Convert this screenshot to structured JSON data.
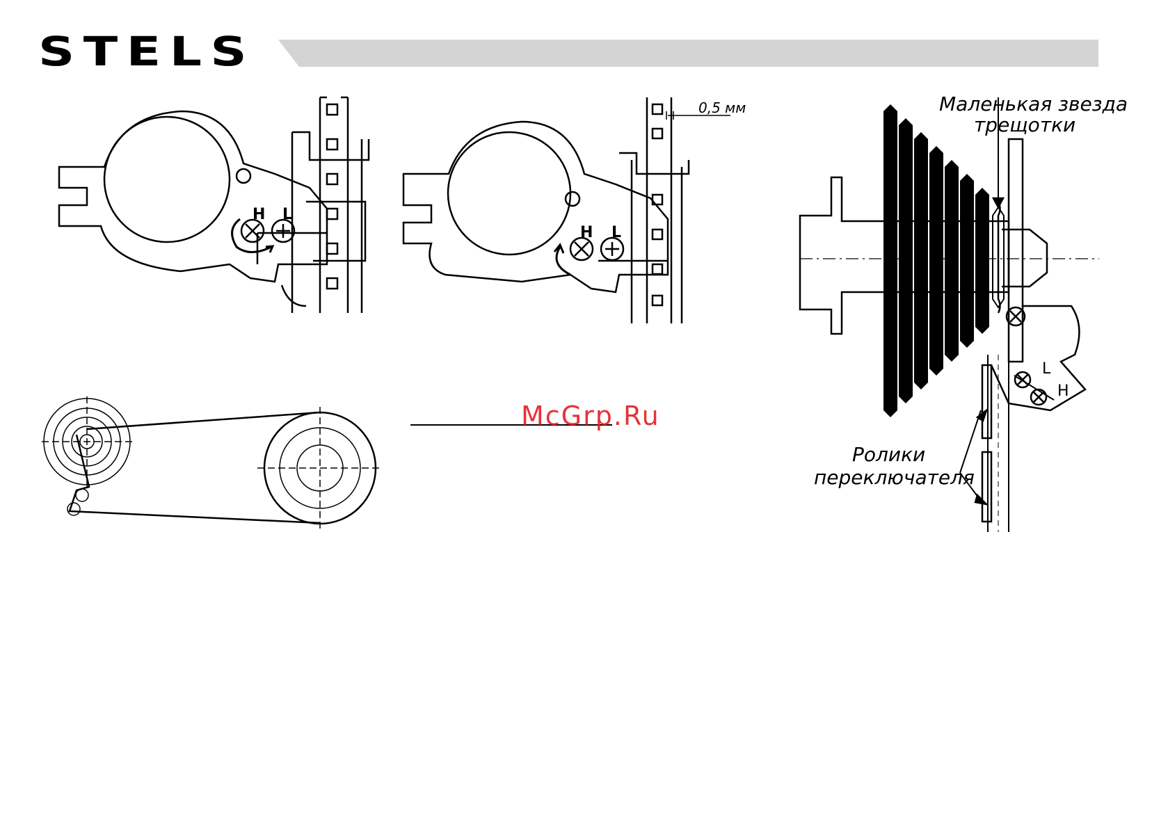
{
  "header": {
    "logo": "STELS"
  },
  "figure1": {
    "label_h": "H",
    "label_l": "L"
  },
  "figure2": {
    "label_h": "H",
    "label_l": "L",
    "dimension": "0,5 мм"
  },
  "figure3": {
    "callout_top_line1": "Маленькая звезда",
    "callout_top_line2": "трещотки",
    "callout_bottom_line1": "Ролики",
    "callout_bottom_line2": "переключателя",
    "label_l": "L",
    "label_h": "H"
  },
  "watermark": "McGrp.Ru",
  "colors": {
    "watermark": "#e31e24",
    "header_band": "#d4d4d4",
    "ink": "#000000"
  }
}
